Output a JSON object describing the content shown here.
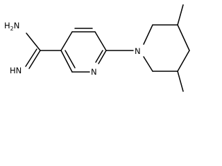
{
  "diagram": {
    "type": "chemical-structure",
    "atoms": {
      "amine": {
        "symbol": "N",
        "sub": "H2",
        "prefix": "H",
        "label": "H2N"
      },
      "imine": {
        "symbol": "NH",
        "label": "HN"
      },
      "pyridine_n": {
        "symbol": "N",
        "label": "N"
      },
      "piperidine_n": {
        "symbol": "N",
        "label": "N"
      }
    },
    "colors": {
      "bond": "#000000",
      "text": "#000000",
      "background": "#ffffff"
    }
  }
}
